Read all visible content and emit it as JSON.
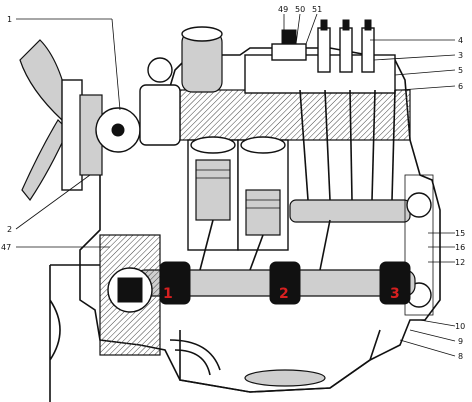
{
  "callouts": {
    "top": [
      "49",
      "50",
      "51"
    ],
    "right": [
      "4",
      "3",
      "5",
      "6",
      "15",
      "16",
      "12",
      "10",
      "9",
      "8"
    ],
    "left": [
      "1",
      "2",
      "47"
    ]
  },
  "cylinder_numbers": [
    "1",
    "2",
    "3"
  ],
  "colors": {
    "ink": "#111111",
    "cylinder_label": "#d62020",
    "background": "#ffffff"
  }
}
